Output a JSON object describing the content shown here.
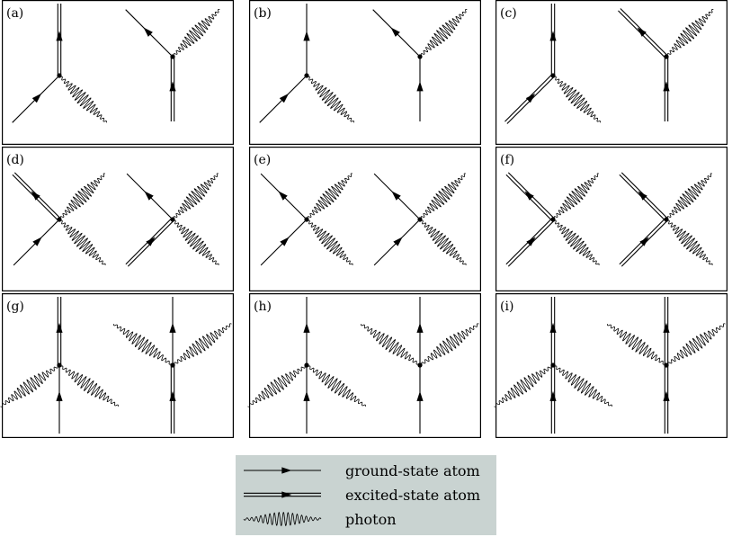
{
  "panels": [
    {
      "label": "(a)",
      "diagrams": [
        {
          "type": "Y",
          "legs": [
            {
              "dir": "in",
              "angle": 225,
              "kind": "ground"
            },
            {
              "dir": "out",
              "angle": 90,
              "kind": "excited"
            },
            {
              "dir": "out",
              "angle": 315,
              "kind": "photon"
            }
          ]
        },
        {
          "type": "Y",
          "legs": [
            {
              "dir": "in",
              "angle": 270,
              "kind": "excited"
            },
            {
              "dir": "out",
              "angle": 135,
              "kind": "ground"
            },
            {
              "dir": "out",
              "angle": 45,
              "kind": "photon"
            }
          ]
        }
      ]
    },
    {
      "label": "(b)",
      "diagrams": [
        {
          "type": "Y",
          "legs": [
            {
              "dir": "in",
              "angle": 225,
              "kind": "ground"
            },
            {
              "dir": "out",
              "angle": 90,
              "kind": "ground"
            },
            {
              "dir": "out",
              "angle": 315,
              "kind": "photon"
            }
          ]
        },
        {
          "type": "Y",
          "legs": [
            {
              "dir": "in",
              "angle": 270,
              "kind": "ground"
            },
            {
              "dir": "out",
              "angle": 135,
              "kind": "ground"
            },
            {
              "dir": "out",
              "angle": 45,
              "kind": "photon"
            }
          ]
        }
      ]
    },
    {
      "label": "(c)",
      "diagrams": [
        {
          "type": "Y",
          "legs": [
            {
              "dir": "in",
              "angle": 225,
              "kind": "excited"
            },
            {
              "dir": "out",
              "angle": 90,
              "kind": "excited"
            },
            {
              "dir": "out",
              "angle": 315,
              "kind": "photon"
            }
          ]
        },
        {
          "type": "Y",
          "legs": [
            {
              "dir": "in",
              "angle": 270,
              "kind": "excited"
            },
            {
              "dir": "out",
              "angle": 135,
              "kind": "excited"
            },
            {
              "dir": "out",
              "angle": 45,
              "kind": "photon"
            }
          ]
        }
      ]
    },
    {
      "label": "(d)",
      "diagrams": [
        {
          "type": "X",
          "legs": [
            {
              "dir": "in",
              "angle": 225,
              "kind": "ground"
            },
            {
              "dir": "out",
              "angle": 135,
              "kind": "excited"
            },
            {
              "dir": "out",
              "angle": 45,
              "kind": "photon"
            },
            {
              "dir": "out",
              "angle": 315,
              "kind": "photon"
            }
          ]
        },
        {
          "type": "X",
          "legs": [
            {
              "dir": "in",
              "angle": 225,
              "kind": "excited"
            },
            {
              "dir": "out",
              "angle": 135,
              "kind": "ground"
            },
            {
              "dir": "out",
              "angle": 45,
              "kind": "photon"
            },
            {
              "dir": "out",
              "angle": 315,
              "kind": "photon"
            }
          ]
        }
      ]
    },
    {
      "label": "(e)",
      "diagrams": [
        {
          "type": "X",
          "legs": [
            {
              "dir": "in",
              "angle": 225,
              "kind": "ground"
            },
            {
              "dir": "out",
              "angle": 135,
              "kind": "ground"
            },
            {
              "dir": "out",
              "angle": 45,
              "kind": "photon"
            },
            {
              "dir": "out",
              "angle": 315,
              "kind": "photon"
            }
          ]
        },
        {
          "type": "X",
          "legs": [
            {
              "dir": "in",
              "angle": 225,
              "kind": "ground"
            },
            {
              "dir": "out",
              "angle": 135,
              "kind": "ground"
            },
            {
              "dir": "out",
              "angle": 45,
              "kind": "photon"
            },
            {
              "dir": "out",
              "angle": 315,
              "kind": "photon"
            }
          ]
        }
      ]
    },
    {
      "label": "(f)",
      "diagrams": [
        {
          "type": "X",
          "legs": [
            {
              "dir": "in",
              "angle": 225,
              "kind": "excited"
            },
            {
              "dir": "out",
              "angle": 135,
              "kind": "excited"
            },
            {
              "dir": "out",
              "angle": 45,
              "kind": "photon"
            },
            {
              "dir": "out",
              "angle": 315,
              "kind": "photon"
            }
          ]
        },
        {
          "type": "X",
          "legs": [
            {
              "dir": "in",
              "angle": 225,
              "kind": "excited"
            },
            {
              "dir": "out",
              "angle": 135,
              "kind": "excited"
            },
            {
              "dir": "out",
              "angle": 45,
              "kind": "photon"
            },
            {
              "dir": "out",
              "angle": 315,
              "kind": "photon"
            }
          ]
        }
      ]
    },
    {
      "label": "(g)",
      "diagrams": [
        {
          "type": "V",
          "legs": [
            {
              "dir": "in",
              "angle": 270,
              "kind": "ground"
            },
            {
              "dir": "out",
              "angle": 90,
              "kind": "excited"
            },
            {
              "dir": "in",
              "angle": 215,
              "kind": "photon"
            },
            {
              "dir": "out",
              "angle": 325,
              "kind": "photon"
            }
          ]
        },
        {
          "type": "V",
          "legs": [
            {
              "dir": "in",
              "angle": 270,
              "kind": "excited"
            },
            {
              "dir": "out",
              "angle": 90,
              "kind": "ground"
            },
            {
              "dir": "out",
              "angle": 145,
              "kind": "photon"
            },
            {
              "dir": "out",
              "angle": 35,
              "kind": "photon"
            }
          ]
        }
      ]
    },
    {
      "label": "(h)",
      "diagrams": [
        {
          "type": "V",
          "legs": [
            {
              "dir": "in",
              "angle": 270,
              "kind": "ground"
            },
            {
              "dir": "out",
              "angle": 90,
              "kind": "ground"
            },
            {
              "dir": "in",
              "angle": 215,
              "kind": "photon"
            },
            {
              "dir": "out",
              "angle": 325,
              "kind": "photon"
            }
          ]
        },
        {
          "type": "V",
          "legs": [
            {
              "dir": "in",
              "angle": 270,
              "kind": "ground"
            },
            {
              "dir": "out",
              "angle": 90,
              "kind": "ground"
            },
            {
              "dir": "out",
              "angle": 145,
              "kind": "photon"
            },
            {
              "dir": "out",
              "angle": 35,
              "kind": "photon"
            }
          ]
        }
      ]
    },
    {
      "label": "(i)",
      "diagrams": [
        {
          "type": "V",
          "legs": [
            {
              "dir": "in",
              "angle": 270,
              "kind": "excited"
            },
            {
              "dir": "out",
              "angle": 90,
              "kind": "excited"
            },
            {
              "dir": "in",
              "angle": 215,
              "kind": "photon"
            },
            {
              "dir": "out",
              "angle": 325,
              "kind": "photon"
            }
          ]
        },
        {
          "type": "V",
          "legs": [
            {
              "dir": "in",
              "angle": 270,
              "kind": "excited"
            },
            {
              "dir": "out",
              "angle": 90,
              "kind": "excited"
            },
            {
              "dir": "out",
              "angle": 145,
              "kind": "photon"
            },
            {
              "dir": "out",
              "angle": 35,
              "kind": "photon"
            }
          ]
        }
      ]
    }
  ],
  "legend": {
    "background": "#c9d3d1",
    "items": [
      {
        "kind": "ground",
        "label": "ground-state atom"
      },
      {
        "kind": "excited",
        "label": "excited-state atom"
      },
      {
        "kind": "photon",
        "label": "photon"
      }
    ]
  }
}
